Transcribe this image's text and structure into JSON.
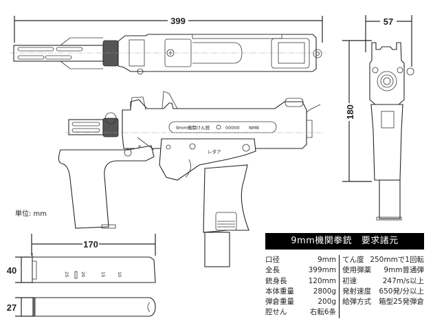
{
  "dimensions": {
    "overall_length": "399",
    "width": "57",
    "height": "180",
    "magazine_length": "170",
    "magazine_height": "40",
    "magazine_thickness": "27"
  },
  "units_label": "単位: mm",
  "engraving": {
    "text": "9mm機関けん銃",
    "serial": "00000",
    "maker": "NMB",
    "p_mark": "P",
    "selector_marks": "レタア"
  },
  "magazine_marks": [
    "25",
    "20",
    "15",
    "10"
  ],
  "spec_table": {
    "title": "9mm機関拳銃　要求諸元",
    "left": [
      {
        "label": "口径",
        "value": "9mm"
      },
      {
        "label": "全長",
        "value": "399mm"
      },
      {
        "label": "銃身長",
        "value": "120mm"
      },
      {
        "label": "本体重量",
        "value": "2800g"
      },
      {
        "label": "弾倉重量",
        "value": "200g"
      },
      {
        "label": "腔せん",
        "value": "右転6条"
      }
    ],
    "right": [
      {
        "label": "てん度",
        "value": "250mmで1回転"
      },
      {
        "label": "使用弾薬",
        "value": "9mm普通弾"
      },
      {
        "label": "初速",
        "value": "247m/s以上"
      },
      {
        "label": "発射速度",
        "value": "650発/分以上"
      },
      {
        "label": "給弾方式",
        "value": "箱型25発弾倉"
      }
    ]
  }
}
